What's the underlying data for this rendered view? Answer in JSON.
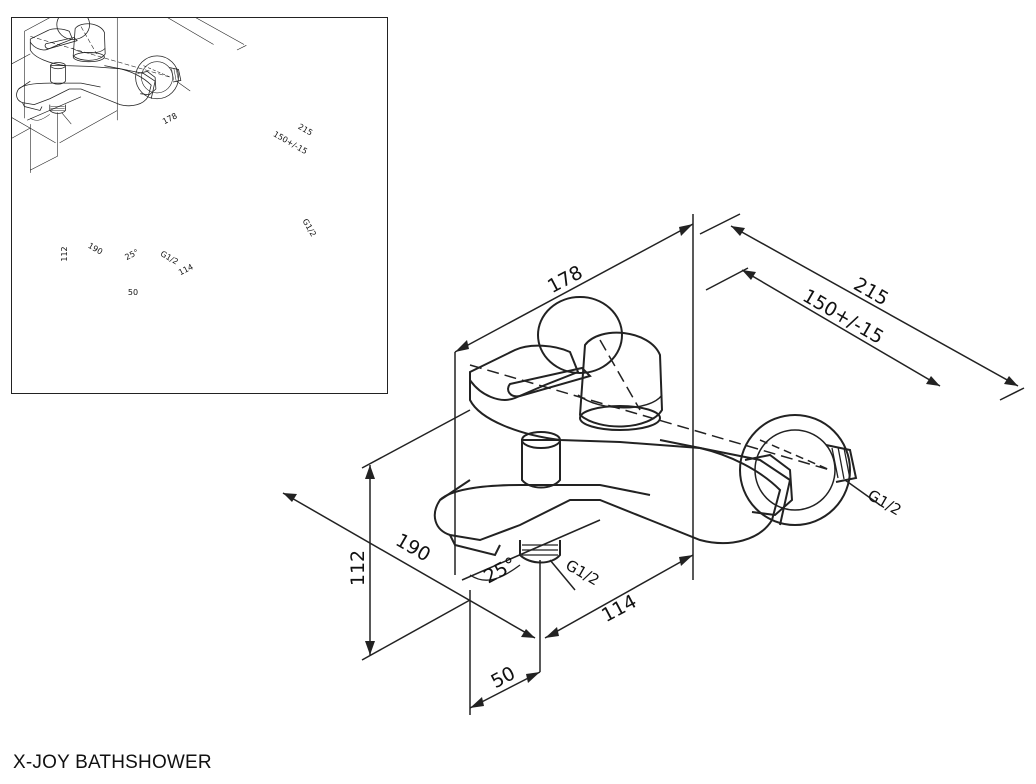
{
  "product": {
    "name": "X-JOY BATHSHOWER"
  },
  "dimensions": {
    "overall_length": "178",
    "total_depth": "215",
    "center_distance": "150+/-15",
    "height": "112",
    "spout_reach": "190",
    "spout_angle": "25°",
    "inlet_offset": "114",
    "outlet_offset": "50",
    "outlet_thread": "G1/2",
    "inlet_thread": "G1/2"
  }
}
